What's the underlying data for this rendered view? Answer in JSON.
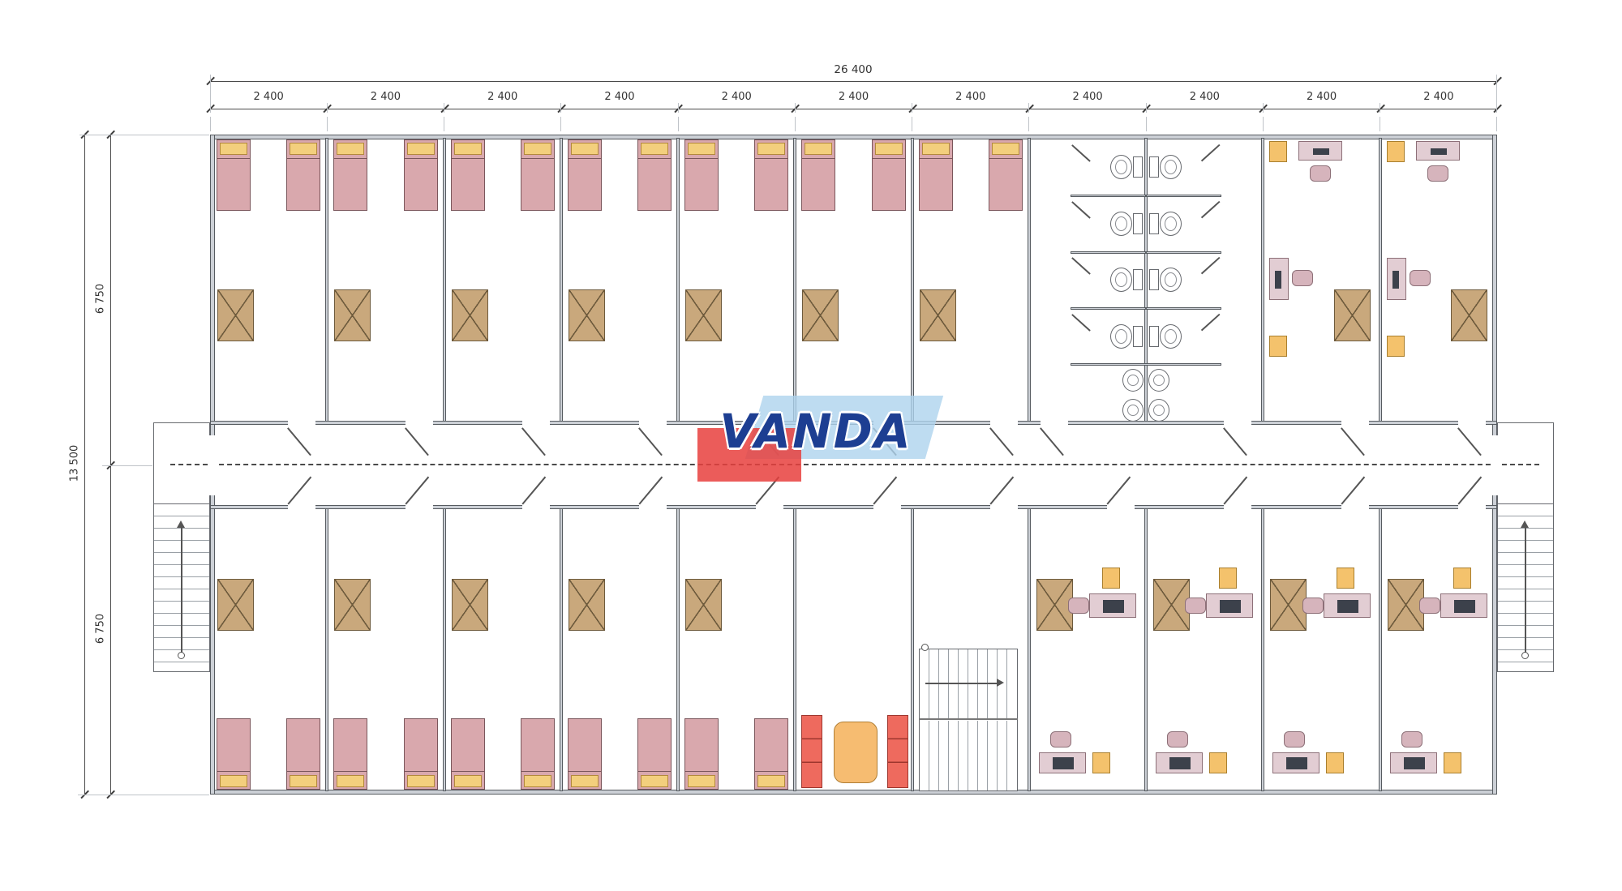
{
  "watermark": {
    "brand": "VANDA"
  },
  "dimensions": {
    "total_width": "26 400",
    "bays": [
      "2 400",
      "2 400",
      "2 400",
      "2 400",
      "2 400",
      "2 400",
      "2 400",
      "2 400",
      "2 400",
      "2 400",
      "2 400"
    ],
    "total_height": "13 500",
    "half_heights": [
      "6 750",
      "6 750"
    ]
  },
  "colors": {
    "wall_line": "#565b60",
    "wall_fill": "#ccd0d6",
    "dim_line": "#4a4a4a",
    "dim_text": "#333333",
    "bed_fill": "#d9a8ad",
    "bed_line": "#7a565b",
    "pillow_fill": "#f3cf7d",
    "pillow_line": "#b3893c",
    "table_fill": "#c9a87c",
    "table_line": "#6d5a3c",
    "desk_fill": "#e2cdd3",
    "desk_line": "#8d7078",
    "chair_fill": "#d6b4bc",
    "device_fill": "#3c414b",
    "cabinet_fill": "#f4c26c",
    "cabinet_line": "#a97f2e",
    "sofa_fill": "#ee6a5e",
    "sofa_line": "#9e362e",
    "lounge_table_fill": "#f6bc71",
    "fixture_line": "#66696e",
    "logo_text": "#1d3e92",
    "logo_blue": "#aed3ee",
    "logo_red": "#e8403d"
  }
}
